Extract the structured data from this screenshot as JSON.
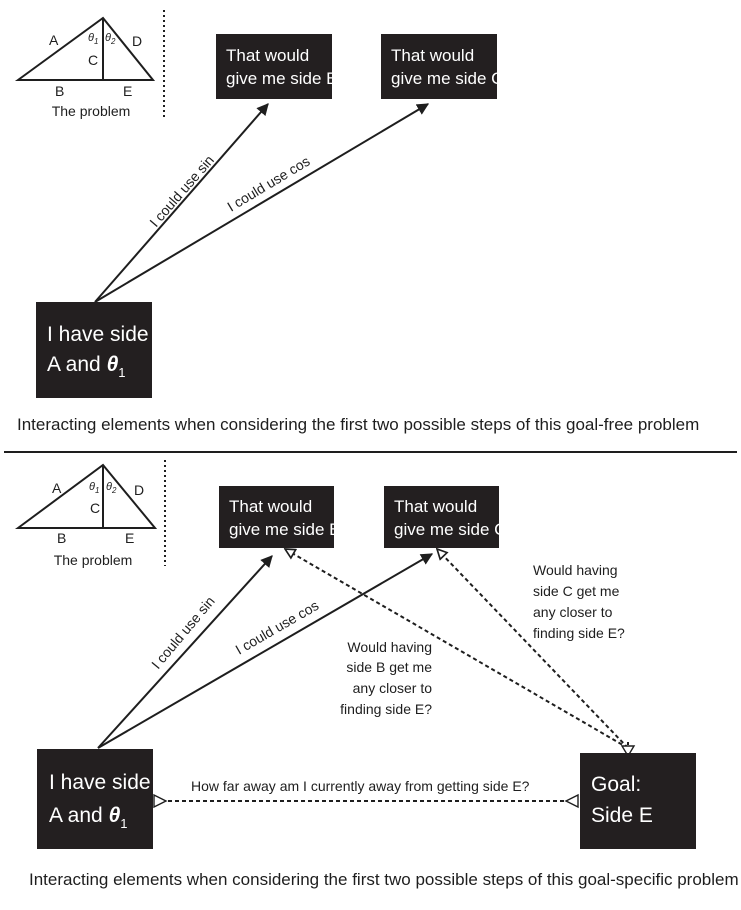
{
  "top": {
    "problem": {
      "labels": {
        "A": "A",
        "B": "B",
        "C": "C",
        "D": "D",
        "E": "E",
        "theta1": "θ",
        "theta1_sub": "1",
        "theta2": "θ",
        "theta2_sub": "2"
      },
      "caption": "The problem"
    },
    "box_b": {
      "line1": "That would",
      "line2": "give me side B"
    },
    "box_c": {
      "line1": "That would",
      "line2": "give me side C"
    },
    "start": {
      "line1": "I have side",
      "line2": "A and ",
      "theta": "θ",
      "sub": "1"
    },
    "arrow_sin": "I could use sin",
    "arrow_cos": "I could use cos",
    "caption": "Interacting elements when considering the first two possible steps of this goal-free problem"
  },
  "bottom": {
    "problem": {
      "labels": {
        "A": "A",
        "B": "B",
        "C": "C",
        "D": "D",
        "E": "E",
        "theta1": "θ",
        "theta1_sub": "1",
        "theta2": "θ",
        "theta2_sub": "2"
      },
      "caption": "The problem"
    },
    "box_b": {
      "line1": "That would",
      "line2": "give me side B"
    },
    "box_c": {
      "line1": "That would",
      "line2": "give me side C"
    },
    "start": {
      "line1": "I have side",
      "line2": "A and ",
      "theta": "θ",
      "sub": "1"
    },
    "goal": {
      "line1": "Goal:",
      "line2": "Side E"
    },
    "arrow_sin": "I could use sin",
    "arrow_cos": "I could use cos",
    "question_b": [
      "Would having",
      "side B get me",
      "any closer to",
      "finding side E?"
    ],
    "question_c": [
      "Would having",
      "side C get me",
      "any closer to",
      "finding side E?"
    ],
    "distance_question": "How far away am I currently away from getting side E?",
    "caption": "Interacting elements when considering the first two possible steps of this goal-specific problem"
  }
}
